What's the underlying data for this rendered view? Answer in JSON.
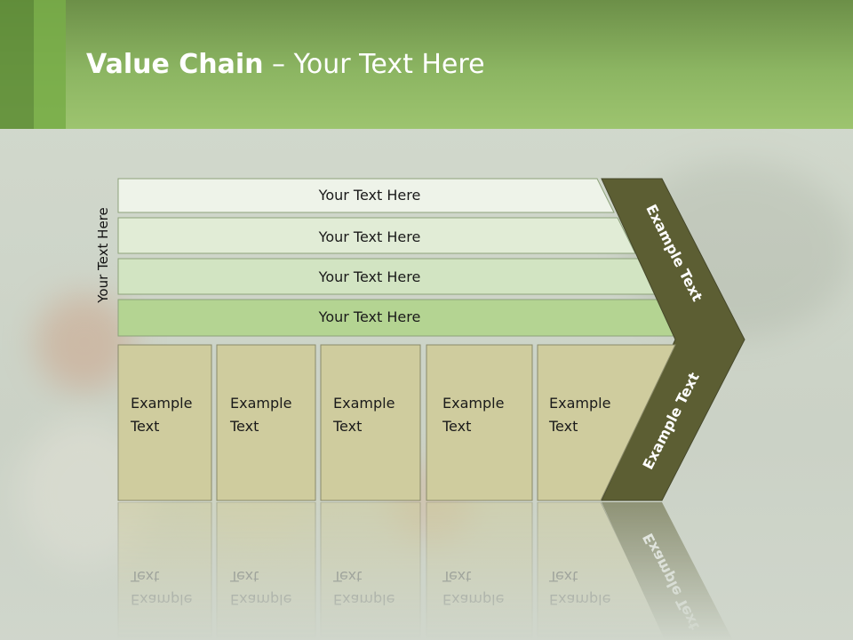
{
  "slide": {
    "title_bold": "Value Chain",
    "title_rest": " – Your Text Here"
  },
  "diagram": {
    "side_label": "Your Text Here",
    "rows": [
      "Your Text Here",
      "Your Text Here",
      "Your Text Here",
      "Your Text Here"
    ],
    "boxes": [
      [
        "Example",
        "Text"
      ],
      [
        "Example",
        "Text"
      ],
      [
        "Example",
        "Text"
      ],
      [
        "Example",
        "Text"
      ],
      [
        "Example",
        "Text"
      ]
    ],
    "chevron_upper": "Example Text",
    "chevron_lower": "Example Text"
  },
  "colors": {
    "header_green": "#8cb562",
    "row_fills": [
      "#eef3e9",
      "#e1ecd6",
      "#d2e4c2",
      "#b4d492"
    ],
    "box_fill": "#cfcc9e",
    "chevron_fill": "#5c5e33"
  }
}
